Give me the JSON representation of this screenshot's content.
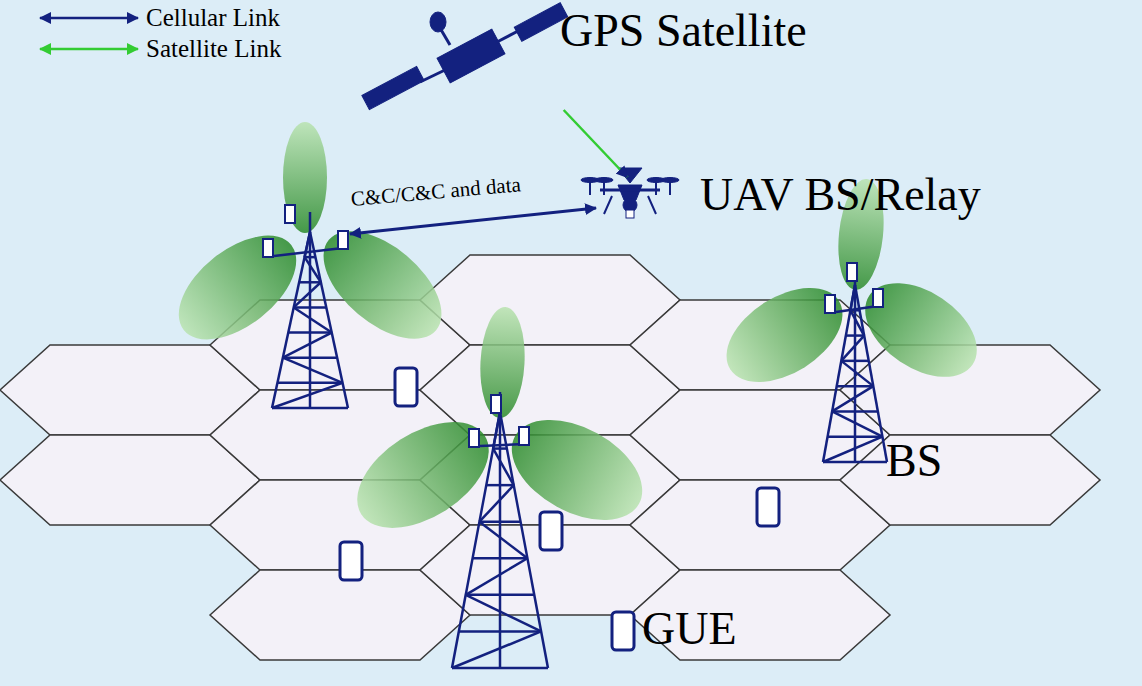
{
  "diagram": {
    "nodes": [
      {
        "text": [
          "GPS Satellite"
        ]
      },
      {
        "text": [
          "UAV BS/Relay"
        ]
      }
    ],
    "edges": [
      {
        "from": 0,
        "to": 1,
        "arrow": "to"
      }
    ],
    "labels": [
      "C&C/C&C and data",
      "BS",
      "GUE"
    ],
    "legend": [
      {
        "text": "Cellular Link"
      },
      {
        "text": "Satellite Link"
      }
    ]
  }
}
